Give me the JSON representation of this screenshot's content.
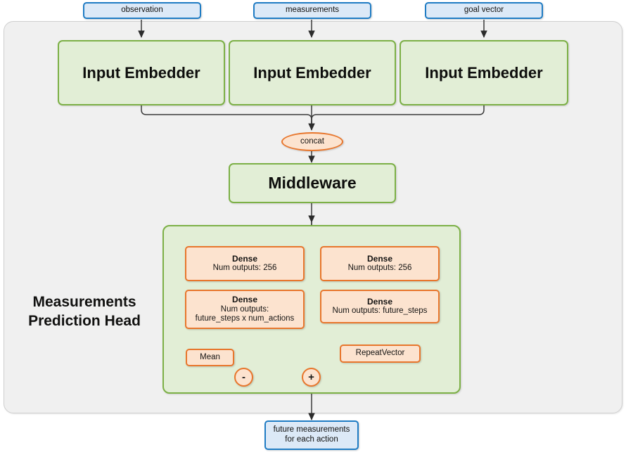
{
  "diagram": {
    "title": "Measurements Prediction Head network diagram",
    "colors": {
      "io_border": "#1f7cc4",
      "io_fill": "#dce9f7",
      "module_border": "#7cb046",
      "module_fill": "#e2eed6",
      "op_border": "#e8762c",
      "op_fill": "#fce3cf",
      "container_fill": "#f0f0f0",
      "container_border": "#cfcfcf",
      "edge": "#333333"
    }
  },
  "inputs": [
    {
      "label": "observation"
    },
    {
      "label": "measurements"
    },
    {
      "label": "goal vector"
    }
  ],
  "embedders": [
    {
      "label": "Input Embedder"
    },
    {
      "label": "Input Embedder"
    },
    {
      "label": "Input Embedder"
    }
  ],
  "concat": {
    "label": "concat"
  },
  "middleware": {
    "label": "Middleware"
  },
  "head": {
    "label_line1": "Measurements",
    "label_line2": "Prediction Head",
    "left_branch": {
      "dense1": {
        "title": "Dense",
        "sub": "Num outputs: 256"
      },
      "dense2": {
        "title": "Dense",
        "sub1": "Num outputs:",
        "sub2": "future_steps x num_actions"
      },
      "mean": {
        "label": "Mean"
      },
      "operator": {
        "label": "-"
      }
    },
    "right_branch": {
      "dense1": {
        "title": "Dense",
        "sub": "Num outputs: 256"
      },
      "dense2": {
        "title": "Dense",
        "sub": "Num outputs: future_steps"
      },
      "repeat_vector": {
        "label": "RepeatVector"
      }
    },
    "merge_operator": {
      "label": "+"
    }
  },
  "output": {
    "line1": "future measurements",
    "line2": "for each action"
  }
}
